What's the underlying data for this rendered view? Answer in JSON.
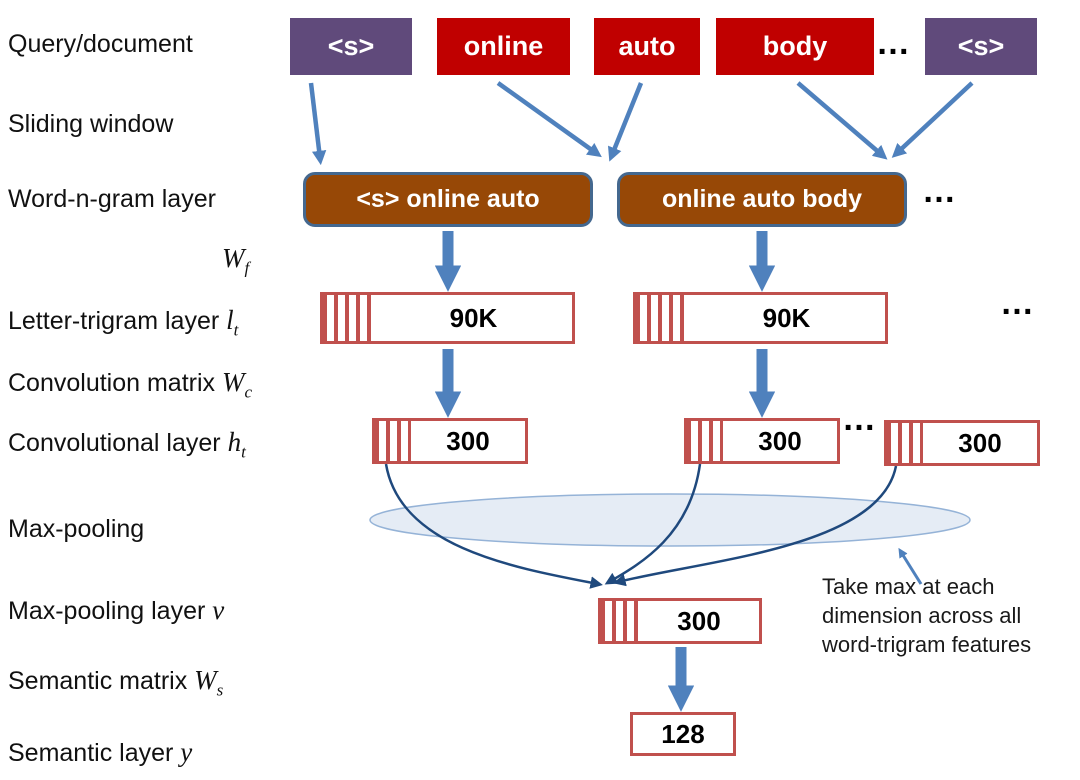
{
  "row_labels": {
    "query_document": "Query/document",
    "sliding_window": "Sliding window",
    "word_ngram_layer": "Word-n-gram layer",
    "letter_trigram_layer": "Letter-trigram layer ",
    "convolution_matrix": "Convolution matrix ",
    "convolutional_layer": "Convolutional layer ",
    "max_pooling": "Max-pooling",
    "max_pooling_layer": "Max-pooling layer ",
    "semantic_matrix": "Semantic matrix ",
    "semantic_layer": "Semantic layer "
  },
  "math": {
    "wf": {
      "base": "W",
      "sub": "f"
    },
    "lt": {
      "base": "l",
      "sub": "t"
    },
    "wc": {
      "base": "W",
      "sub": "c"
    },
    "ht": {
      "base": "h",
      "sub": "t"
    },
    "v": {
      "base": "v",
      "sub": ""
    },
    "ws": {
      "base": "W",
      "sub": "s"
    },
    "y": {
      "base": "y",
      "sub": ""
    }
  },
  "words": {
    "s_start": "<s>",
    "online": "online",
    "auto": "auto",
    "body": "body",
    "ellipsis": "…",
    "s_end": "<s>"
  },
  "ngrams": {
    "first": "<s> online auto",
    "second": "online auto body",
    "ellipsis": "…"
  },
  "trigram": {
    "value1": "90K",
    "value2": "90K",
    "ellipsis": "…"
  },
  "conv": {
    "value1": "300",
    "value2": "300",
    "value3": "300",
    "ellipsis": "…"
  },
  "maxpool": {
    "value": "300"
  },
  "semantic": {
    "value": "128"
  },
  "annotation": {
    "text": "Take max at each dimension across all word-trigram features"
  },
  "colors": {
    "boundary_purple": "#604a7b",
    "word_red": "#c00000",
    "ngram_brown": "#974806",
    "arrow_blue": "#4f81bd",
    "box_border_red": "#c0504d",
    "ellipse_fill": "#dce6f2",
    "ellipse_stroke": "#95b3d7",
    "curve_dark_blue": "#1f497d"
  }
}
